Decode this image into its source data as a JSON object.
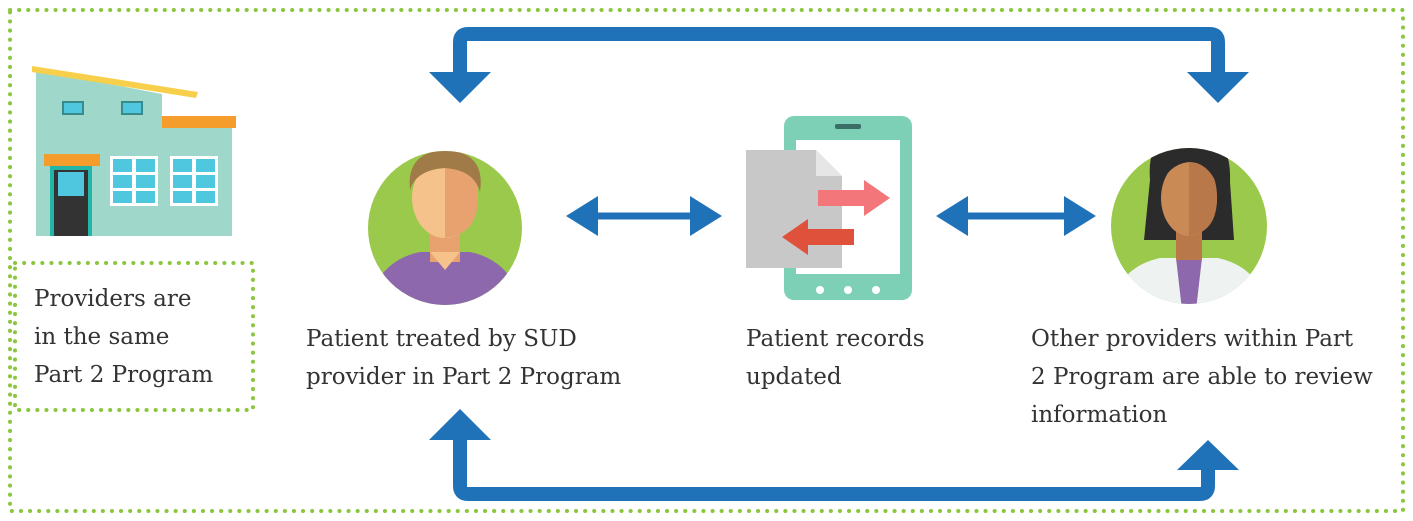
{
  "labels": {
    "same_program_note": [
      "Providers are",
      "in the same",
      "Part 2 Program"
    ],
    "patient": [
      "Patient treated by SUD",
      "provider in Part 2 Program"
    ],
    "records": [
      "Patient records",
      "updated"
    ],
    "other_providers": [
      "Other providers within Part",
      "2 Program are able to review",
      "information"
    ]
  },
  "colors": {
    "border_dots": "#8cc63f",
    "arrow": "#1f72b8",
    "circle": "#9bc94b",
    "tablet": "#7dcfb6",
    "house": "#9fd8cb",
    "text": "#333333"
  },
  "icons": [
    "house-icon",
    "male-patient-icon",
    "tablet-records-icon",
    "female-provider-icon"
  ]
}
